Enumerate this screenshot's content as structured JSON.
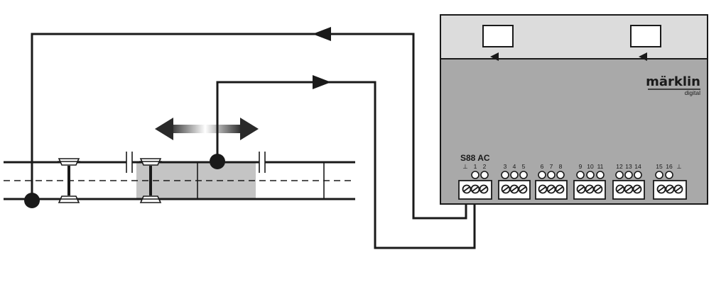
{
  "module": {
    "model_label": "S88 AC",
    "brand": "märklin",
    "brand_sub": "digital",
    "ground_symbol": "⊥",
    "terminal_groups": [
      [
        "1",
        "2"
      ],
      [
        "3",
        "4",
        "5"
      ],
      [
        "6",
        "7",
        "8"
      ],
      [
        "9",
        "10",
        "11"
      ],
      [
        "12",
        "13",
        "14"
      ],
      [
        "15",
        "16"
      ]
    ]
  },
  "colors": {
    "module_top": "#dcdcdc",
    "module_body": "#a9a9a9",
    "section_shade": "#c4c4c4",
    "line": "#1a1a1a",
    "terminal_block": "#ffffff"
  },
  "icons": [
    "arrow-left-icon",
    "arrow-right-icon",
    "double-arrow-icon",
    "wheelset-icon",
    "screw-terminal-icon",
    "contact-dot-icon"
  ]
}
